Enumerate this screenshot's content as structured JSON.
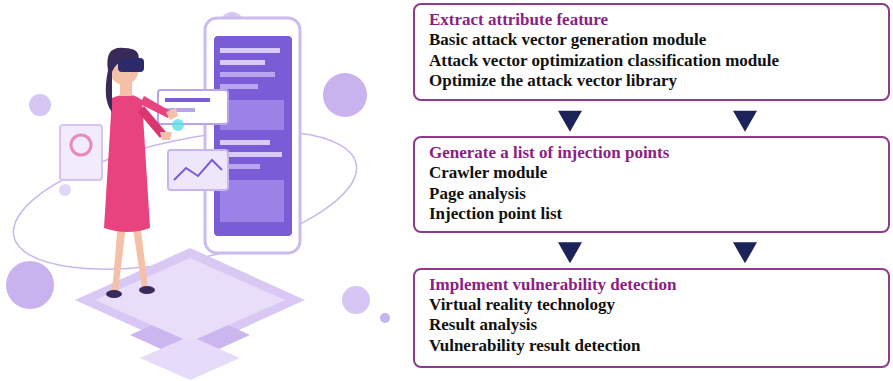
{
  "diagram": {
    "nodes": [
      {
        "text": [
          "Extract attribute feature",
          "Basic attack vector generation module",
          "Attack vector optimization classification module",
          "Optimize the attack vector library"
        ]
      },
      {
        "text": [
          "Generate a list of injection points",
          "Crawler module",
          "Page analysis",
          "Injection point list"
        ]
      },
      {
        "text": [
          "Implement vulnerability detection",
          "Virtual reality technology",
          "Result analysis",
          "Vulnerability result detection"
        ]
      }
    ],
    "edges": [
      {
        "from": 0,
        "to": 1,
        "arrow": "to"
      },
      {
        "from": 0,
        "to": 1,
        "arrow": "to"
      },
      {
        "from": 1,
        "to": 2,
        "arrow": "to"
      },
      {
        "from": 1,
        "to": 2,
        "arrow": "to"
      }
    ]
  }
}
